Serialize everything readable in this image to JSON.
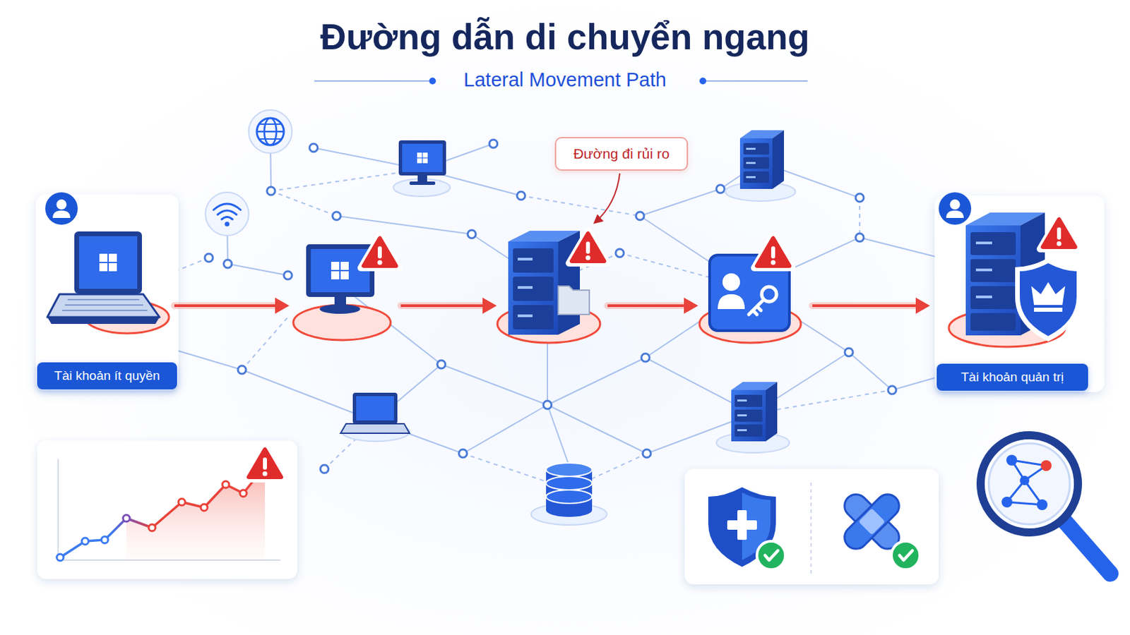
{
  "diagram": {
    "title": "Đường dẫn di chuyển ngang",
    "nodes": [
      {
        "text": [
          "Tài khoản ít quyền"
        ]
      },
      {
        "text": [
          "Đường đi rủi ro"
        ]
      },
      {
        "text": [
          "Tài khoản quản trị"
        ]
      }
    ],
    "labels": [
      "Lateral Movement Path"
    ]
  }
}
